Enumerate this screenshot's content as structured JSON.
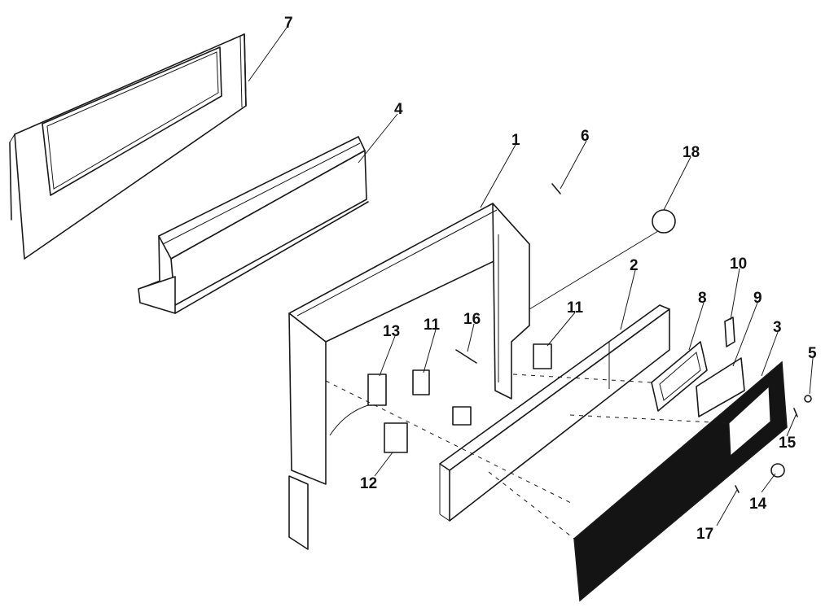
{
  "diagram": {
    "callouts": [
      {
        "id": "7",
        "text": "7"
      },
      {
        "id": "4",
        "text": "4"
      },
      {
        "id": "1",
        "text": "1"
      },
      {
        "id": "6",
        "text": "6"
      },
      {
        "id": "18",
        "text": "18"
      },
      {
        "id": "2",
        "text": "2"
      },
      {
        "id": "10",
        "text": "10"
      },
      {
        "id": "8",
        "text": "8"
      },
      {
        "id": "9",
        "text": "9"
      },
      {
        "id": "3",
        "text": "3"
      },
      {
        "id": "5",
        "text": "5"
      },
      {
        "id": "13",
        "text": "13"
      },
      {
        "id": "11a",
        "text": "11"
      },
      {
        "id": "16",
        "text": "16"
      },
      {
        "id": "11b",
        "text": "11"
      },
      {
        "id": "15",
        "text": "15"
      },
      {
        "id": "14",
        "text": "14"
      },
      {
        "id": "17",
        "text": "17"
      },
      {
        "id": "12",
        "text": "12"
      }
    ]
  }
}
